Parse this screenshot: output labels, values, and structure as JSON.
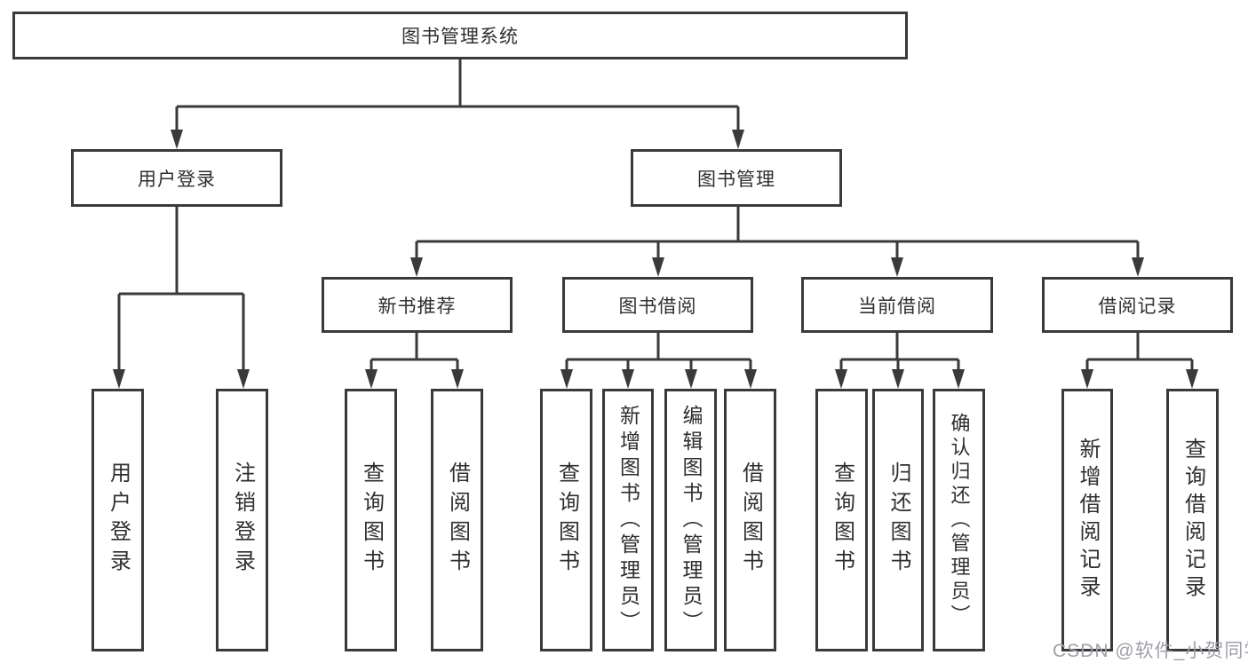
{
  "diagram": {
    "colors": {
      "line": "#3a3a3a",
      "box_border": "#3a3a3a",
      "text": "#2f2f2f",
      "background": "#ffffff",
      "watermark": "#9fa1a8"
    },
    "watermark": "CSDN @软件_小贺同学",
    "nodes": {
      "root": {
        "label": "图书管理系统"
      },
      "user_login": {
        "label": "用户登录"
      },
      "book_mgmt": {
        "label": "图书管理"
      },
      "new_book_rec": {
        "label": "新书推荐"
      },
      "book_borrow": {
        "label": "图书借阅"
      },
      "current_borrow": {
        "label": "当前借阅"
      },
      "borrow_records": {
        "label": "借阅记录"
      },
      "leaf_user_login": {
        "label": "用户登录"
      },
      "leaf_logout": {
        "label": "注销登录"
      },
      "leaf_query_book_1": {
        "label": "查询图书"
      },
      "leaf_borrow_book_1": {
        "label": "借阅图书"
      },
      "leaf_query_book_2": {
        "label": "查询图书"
      },
      "leaf_add_book": {
        "label": "新增图书（管理员）"
      },
      "leaf_edit_book": {
        "label": "编辑图书（管理员）"
      },
      "leaf_borrow_book_2": {
        "label": "借阅图书"
      },
      "leaf_query_book_3": {
        "label": "查询图书"
      },
      "leaf_return_book": {
        "label": "归还图书"
      },
      "leaf_confirm_return": {
        "label": "确认归还（管理员）"
      },
      "leaf_add_borrow_record": {
        "label": "新增借阅记录"
      },
      "leaf_query_borrow_record": {
        "label": "查询借阅记录"
      }
    },
    "hierarchy": {
      "root": [
        "用户登录",
        "图书管理"
      ],
      "用户登录": [
        "用户登录",
        "注销登录"
      ],
      "图书管理": [
        "新书推荐",
        "图书借阅",
        "当前借阅",
        "借阅记录"
      ],
      "新书推荐": [
        "查询图书",
        "借阅图书"
      ],
      "图书借阅": [
        "查询图书",
        "新增图书（管理员）",
        "编辑图书（管理员）",
        "借阅图书"
      ],
      "当前借阅": [
        "查询图书",
        "归还图书",
        "确认归还（管理员）"
      ],
      "借阅记录": [
        "新增借阅记录",
        "查询借阅记录"
      ]
    }
  }
}
